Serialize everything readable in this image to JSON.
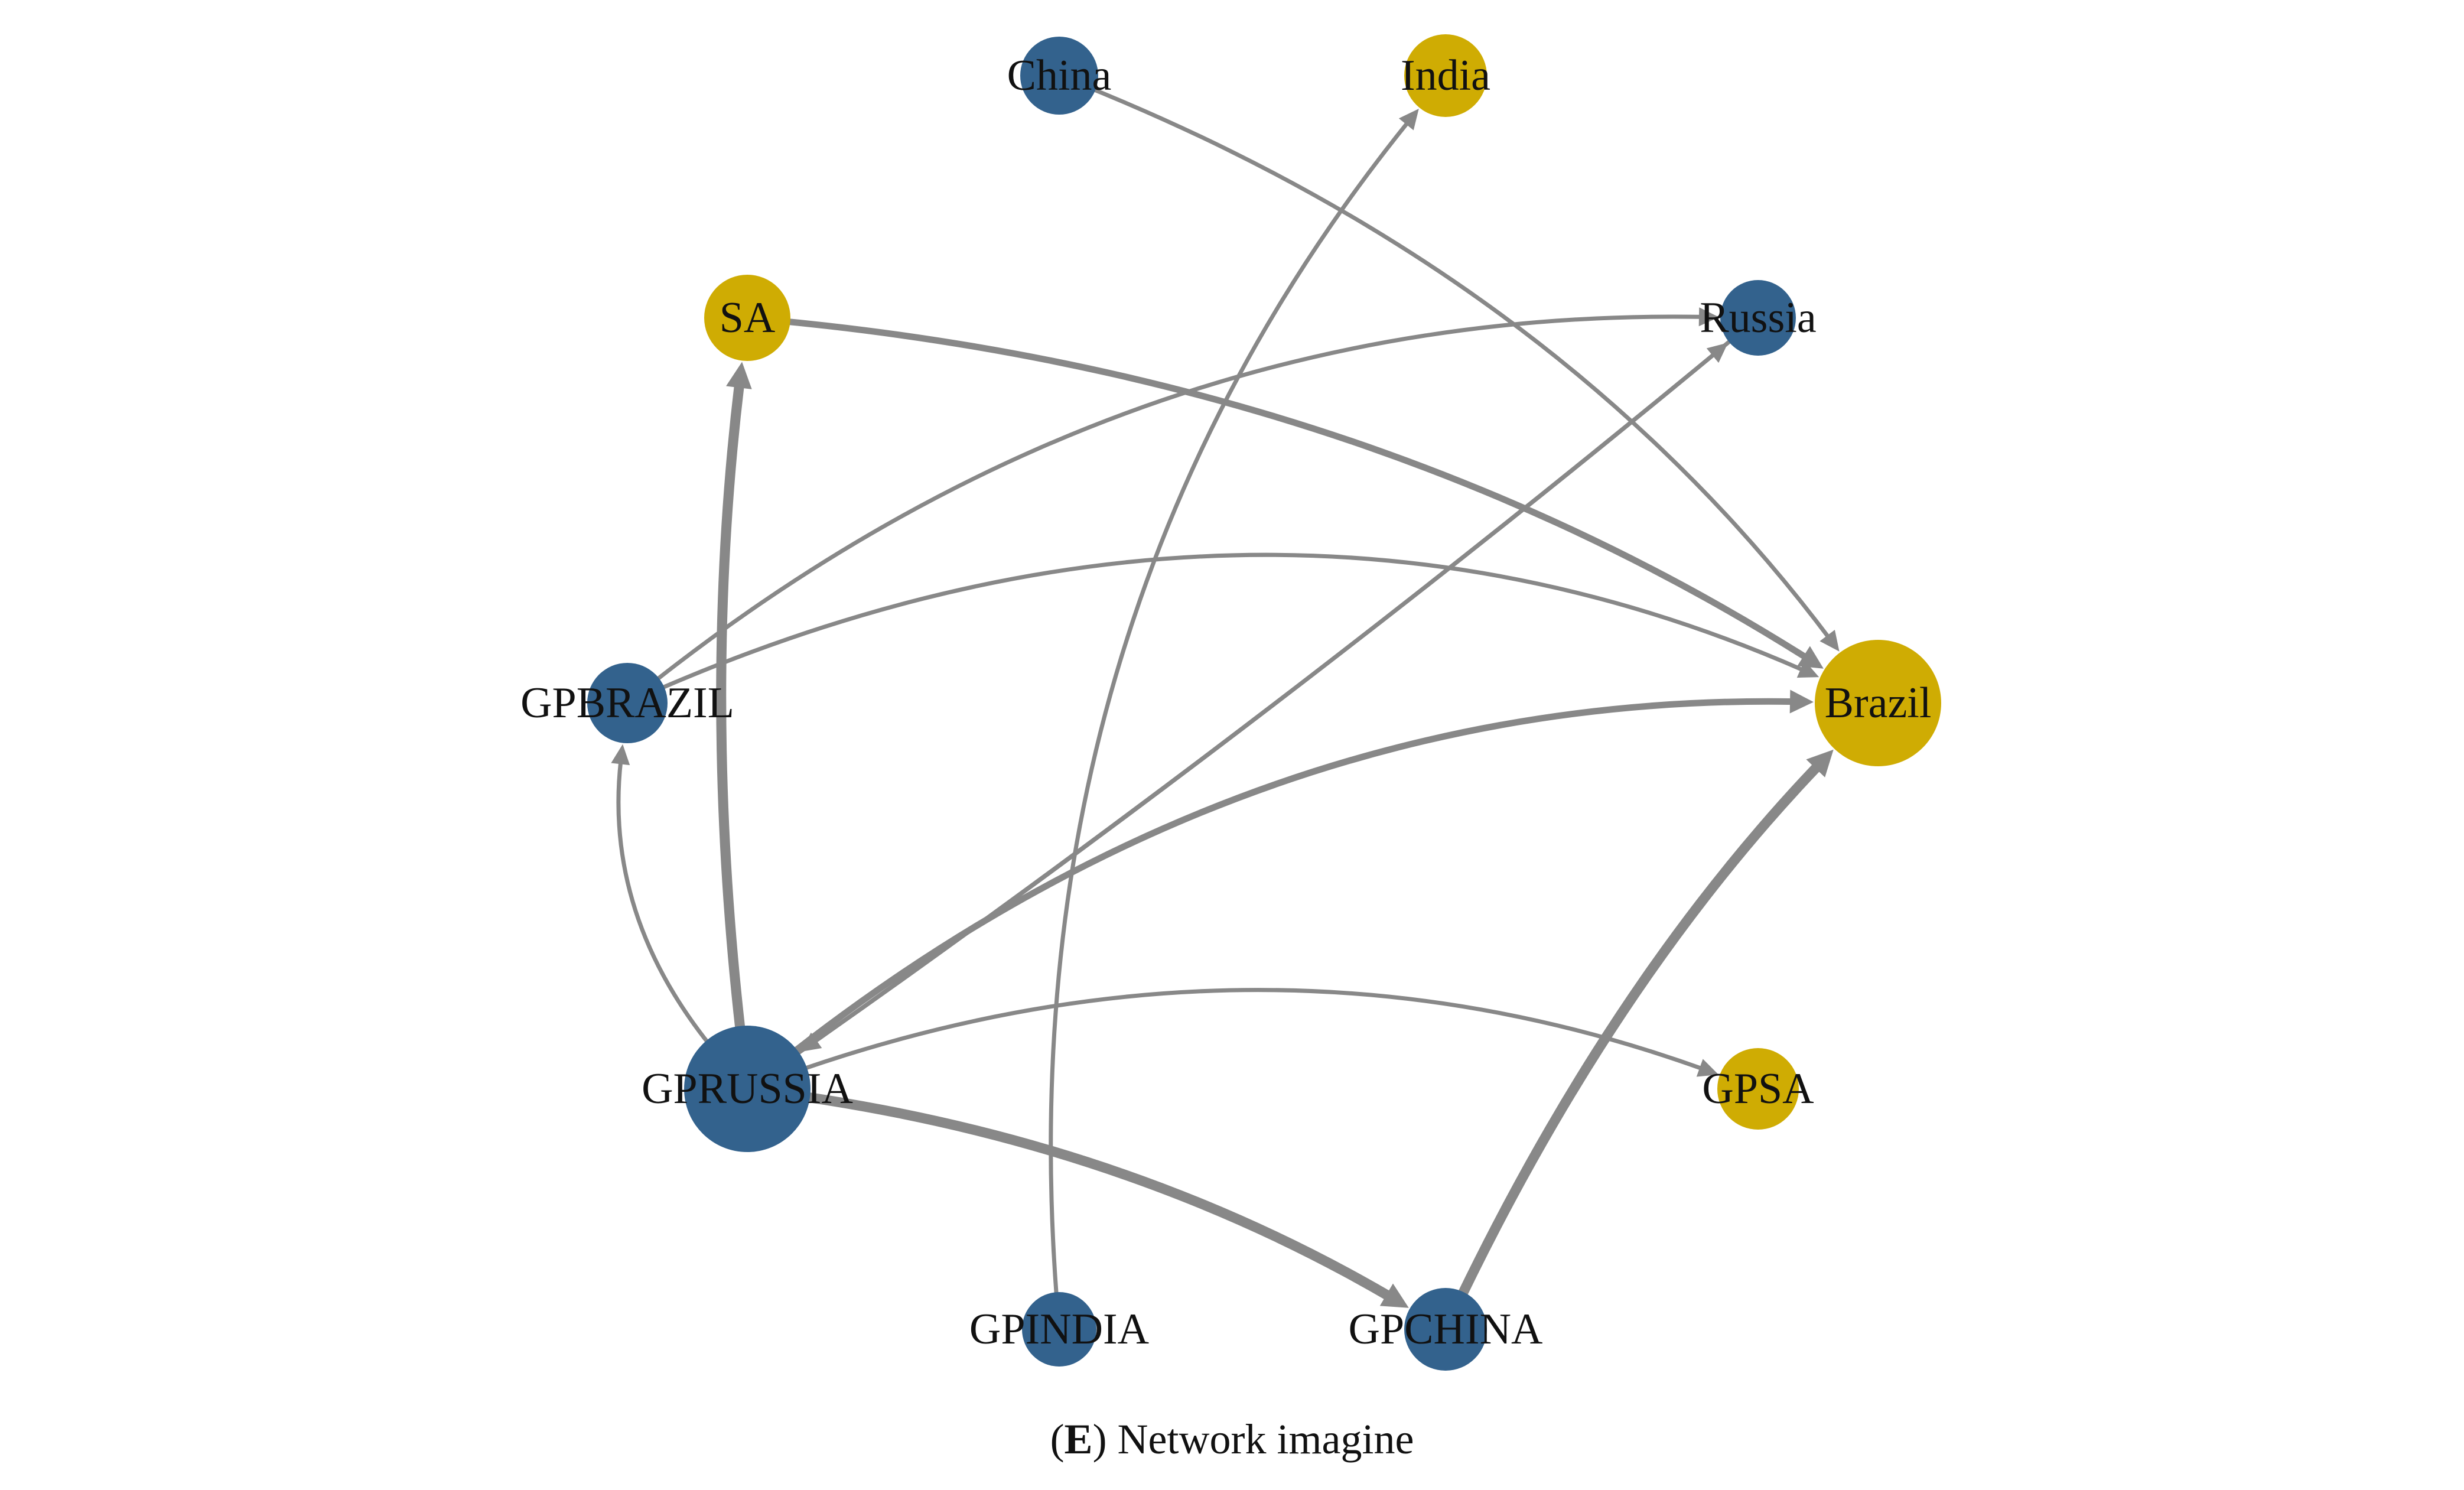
{
  "caption": {
    "open_paren": "(",
    "letter": "E",
    "text": ") Network imagine"
  },
  "colors": {
    "blue": "#33628d",
    "gold": "#cfac03",
    "edge": "#888888"
  },
  "nodes": [
    {
      "id": "china",
      "label": "China",
      "color": "blue",
      "size": "small"
    },
    {
      "id": "india",
      "label": "India",
      "color": "gold",
      "size": "small"
    },
    {
      "id": "russia",
      "label": "Russia",
      "color": "blue",
      "size": "small"
    },
    {
      "id": "brazil",
      "label": "Brazil",
      "color": "gold",
      "size": "large"
    },
    {
      "id": "gpsa",
      "label": "GPSA",
      "color": "gold",
      "size": "small"
    },
    {
      "id": "gpchina",
      "label": "GPCHINA",
      "color": "blue",
      "size": "small"
    },
    {
      "id": "gpindia",
      "label": "GPINDIA",
      "color": "blue",
      "size": "small"
    },
    {
      "id": "gprussia",
      "label": "GPRUSSIA",
      "color": "blue",
      "size": "large"
    },
    {
      "id": "gpbrazil",
      "label": "GPBRAZIL",
      "color": "blue",
      "size": "small"
    },
    {
      "id": "sa",
      "label": "SA",
      "color": "gold",
      "size": "small"
    }
  ],
  "edges": [
    {
      "from": "china",
      "to": "brazil",
      "weight": 1
    },
    {
      "from": "sa",
      "to": "brazil",
      "weight": 2
    },
    {
      "from": "gpbrazil",
      "to": "russia",
      "weight": 1
    },
    {
      "from": "gpbrazil",
      "to": "brazil",
      "weight": 1
    },
    {
      "from": "gpindia",
      "to": "india",
      "weight": 1
    },
    {
      "from": "gprussia",
      "to": "russia",
      "weight": 1
    },
    {
      "from": "gprussia",
      "to": "brazil",
      "weight": 2
    },
    {
      "from": "russia",
      "to": "gprussia",
      "weight": 1
    },
    {
      "from": "gprussia",
      "to": "gpbrazil",
      "weight": 1
    },
    {
      "from": "gprussia",
      "to": "sa",
      "weight": 3
    },
    {
      "from": "gprussia",
      "to": "gpsa",
      "weight": 1
    },
    {
      "from": "gprussia",
      "to": "gpchina",
      "weight": 3
    },
    {
      "from": "gpchina",
      "to": "brazil",
      "weight": 3
    }
  ]
}
